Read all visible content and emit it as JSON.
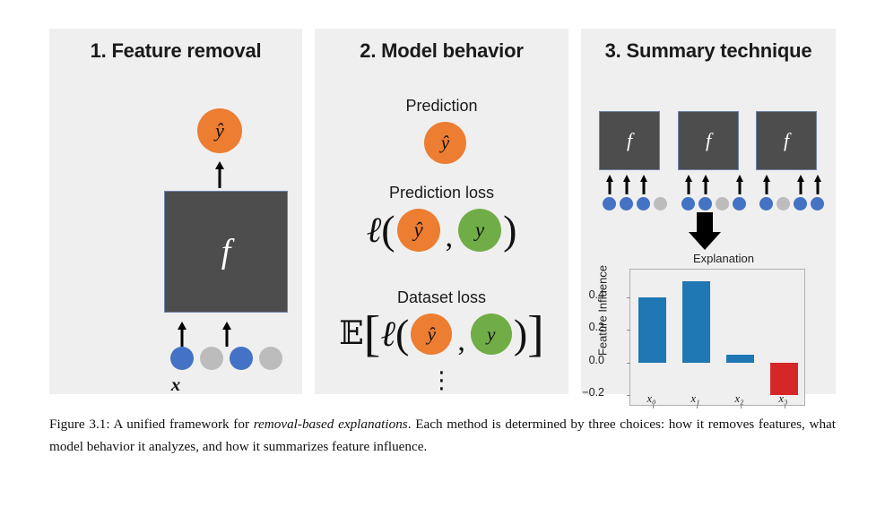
{
  "figure": {
    "caption_prefix": "Figure 3.1: A unified framework for ",
    "caption_emphasis": "removal-based explanations",
    "caption_rest": ". Each method is determined by three choices: how it removes features, what model behavior it analyzes, and how it summarizes feature influence."
  },
  "colors": {
    "panel_bg": "#efefef",
    "model_box": "#4d4d4d",
    "model_box_border": "#6f83a8",
    "dot_active": "#4472c4",
    "dot_removed": "#bcbcbc",
    "prediction": "#ed7d31",
    "label": "#70ad47",
    "bar_positive": "#1f77b4",
    "bar_negative": "#d62728"
  },
  "panel1": {
    "title": "1. Feature removal",
    "prediction_symbol": "ŷ",
    "model_symbol": "f",
    "input_label": "x",
    "dots": [
      "active",
      "removed",
      "active",
      "removed"
    ],
    "arrows_over_dots": [
      0,
      2
    ]
  },
  "panel2": {
    "title": "2. Model behavior",
    "prediction_label": "Prediction",
    "prediction_symbol": "ŷ",
    "prediction_loss_label": "Prediction loss",
    "dataset_loss_label": "Dataset loss",
    "loss_symbol": "ℓ",
    "expectation_symbol": "𝔼",
    "open_paren": "(",
    "close_paren": ")",
    "comma": ",",
    "open_bracket": "[",
    "close_bracket": "]",
    "pred_symbol": "ŷ",
    "label_symbol": "y",
    "vertical_dots": "⋮"
  },
  "panel3": {
    "title": "3. Summary technique",
    "model_symbol": "f",
    "subsets": [
      {
        "dots": [
          "active",
          "active",
          "active",
          "removed"
        ],
        "arrows_over_dots": [
          0,
          1,
          2
        ]
      },
      {
        "dots": [
          "active",
          "active",
          "removed",
          "active"
        ],
        "arrows_over_dots": [
          0,
          1,
          3
        ]
      },
      {
        "dots": [
          "active",
          "removed",
          "active",
          "active"
        ],
        "arrows_over_dots": [
          0,
          2,
          3
        ]
      }
    ]
  },
  "chart_data": {
    "type": "bar",
    "title": "Explanation",
    "xlabel": "",
    "ylabel": "Feature Influence",
    "categories": [
      "x₀",
      "x₁",
      "x₂",
      "x₃"
    ],
    "values": [
      0.4,
      0.5,
      0.05,
      -0.2
    ],
    "ylim": [
      -0.27,
      0.57
    ],
    "yticks": [
      0.4,
      0.2,
      0.0,
      -0.2
    ],
    "ytick_labels": [
      "0.4",
      "0.2",
      "0.0",
      "−0.2"
    ],
    "bar_colors": [
      "#1f77b4",
      "#1f77b4",
      "#1f77b4",
      "#d62728"
    ],
    "grid": false,
    "legend": null
  }
}
